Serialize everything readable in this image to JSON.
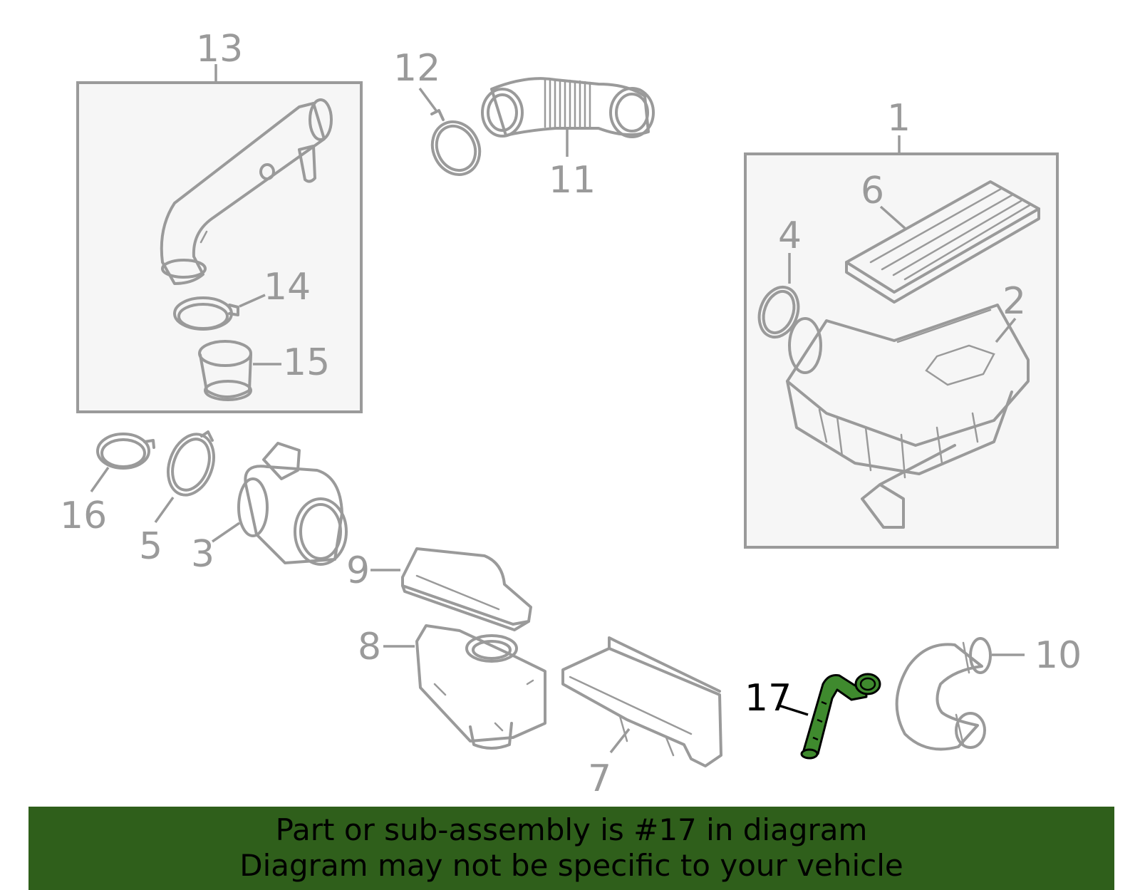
{
  "diagram": {
    "callouts": {
      "c1": "1",
      "c2": "2",
      "c3": "3",
      "c4": "4",
      "c5": "5",
      "c6": "6",
      "c7": "7",
      "c8": "8",
      "c9": "9",
      "c10": "10",
      "c11": "11",
      "c12": "12",
      "c13": "13",
      "c14": "14",
      "c15": "15",
      "c16": "16",
      "c17": "17"
    },
    "highlighted_part": "17",
    "colors": {
      "line_art": "#9a9a9a",
      "highlight_fill": "#3f8a2e",
      "banner_background": "#2f5f1b",
      "box_fill": "#f6f6f6"
    }
  },
  "banner": {
    "line1": "Part or sub-assembly is #17 in diagram",
    "line2": "Diagram may not be specific to your vehicle"
  }
}
